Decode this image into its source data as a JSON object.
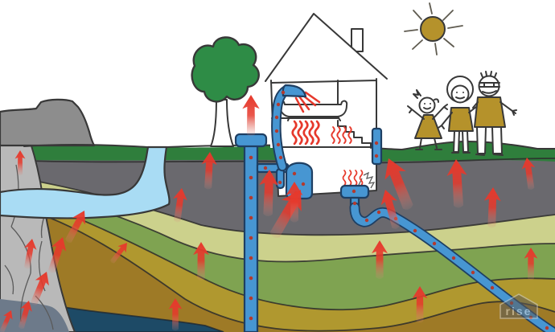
{
  "watermark": {
    "label": "rise"
  },
  "illustration": {
    "objects": [
      "sun",
      "tree",
      "house with chimney",
      "shower and bathtub",
      "underfloor heating coils",
      "family of three",
      "grass surface",
      "layered soil strata",
      "rock cliff",
      "underground river",
      "geothermal standpipe",
      "heat pump tank",
      "ground loop pipe",
      "rising geothermal heat arrows"
    ]
  },
  "colors": {
    "sky": "#ffffff",
    "grass": "#2f7e3c",
    "soil_gray": "#6a696e",
    "soil_pale": "#ccd18c",
    "soil_green": "#7fa351",
    "soil_mustard": "#b0982f",
    "soil_brown": "#9e7a26",
    "soil_navy": "#1d4a66",
    "rock_top": "#8d8d8d",
    "rock_main": "#b9b9b9",
    "rock_deep": "#6d7a8a",
    "river": "#a9dcf4",
    "pipe": "#4796d2",
    "pipe_outline": "#1e3f63",
    "pipe_dot": "#b33a2e",
    "heat": "#e6392c",
    "gold": "#b5922b",
    "tree": "#2e8c46",
    "outline": "#383838",
    "sun_ray": "#5f5b50"
  }
}
